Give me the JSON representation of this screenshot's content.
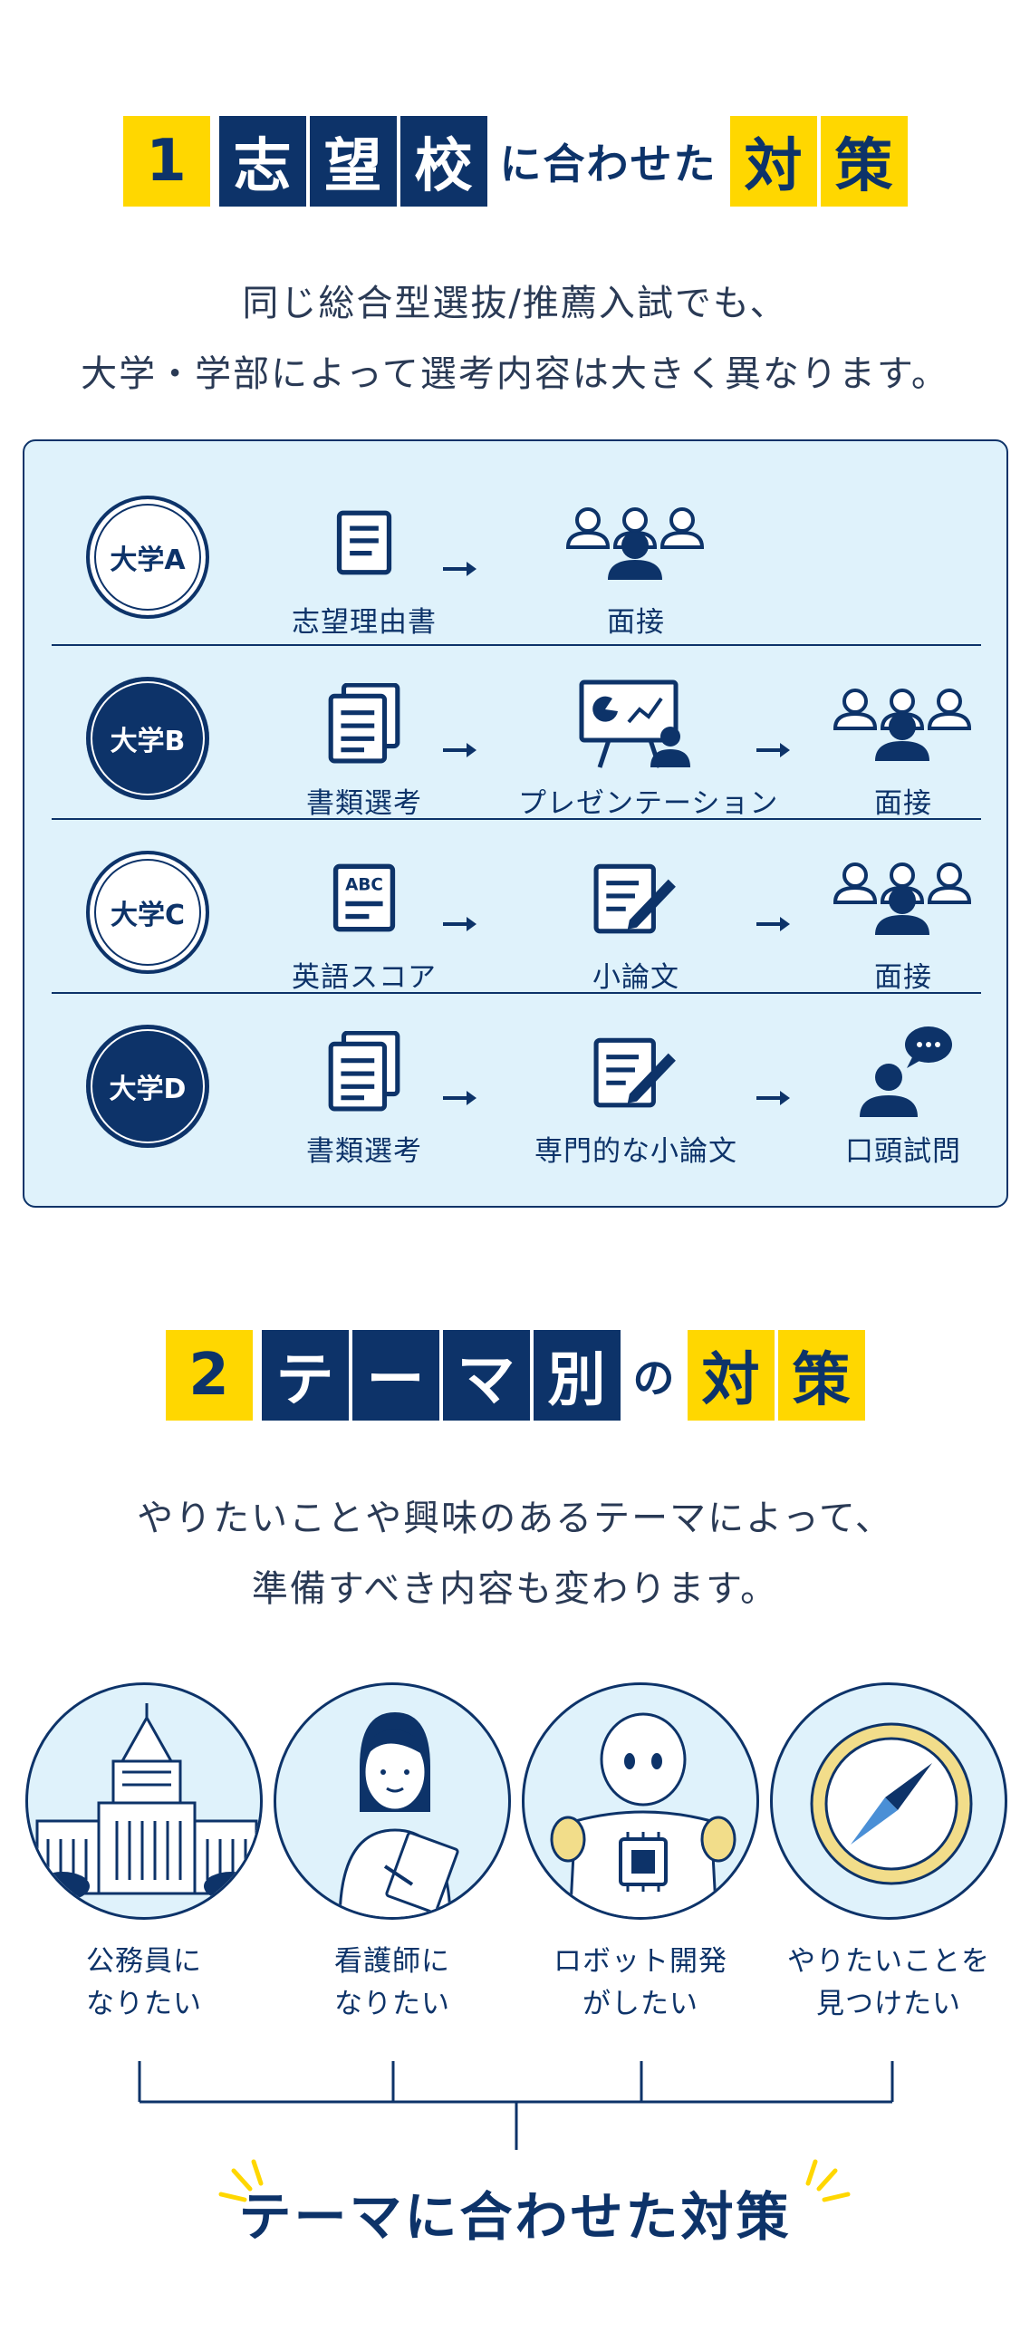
{
  "section1": {
    "heading": {
      "number": "1",
      "kanji": [
        "志",
        "望",
        "校"
      ],
      "middle": "に合わせた",
      "tail": [
        "対",
        "策"
      ]
    },
    "lead": [
      "同じ総合型選抜/推薦入試でも、",
      "大学・学部によって選考内容は大きく異なります。"
    ],
    "rows": [
      {
        "badge": "大学A",
        "steps": [
          "志望理由書",
          "面接"
        ]
      },
      {
        "badge": "大学B",
        "steps": [
          "書類選考",
          "プレゼンテーション",
          "面接"
        ]
      },
      {
        "badge": "大学C",
        "steps": [
          "英語スコア",
          "小論文",
          "面接"
        ]
      },
      {
        "badge": "大学D",
        "steps": [
          "書類選考",
          "専門的な小論文",
          "口頭試問"
        ]
      }
    ],
    "icon_names": {
      "document": "document-icon",
      "documents": "documents-stack-icon",
      "abc": "english-score-icon",
      "essay": "essay-writing-icon",
      "group": "interview-group-icon",
      "presentation": "presentation-icon",
      "oral": "oral-exam-icon"
    },
    "colors": {
      "navy": "#0d3369",
      "yellow": "#ffd700",
      "panel": "#dff2fb"
    },
    "abc_text": "ABC"
  },
  "section2": {
    "heading": {
      "number": "2",
      "kana": [
        "テ",
        "ー",
        "マ",
        "別"
      ],
      "middle": "の",
      "tail": [
        "対",
        "策"
      ]
    },
    "lead": [
      "やりたいことや興味のあるテーマによって、",
      "準備すべき内容も変わります。"
    ],
    "themes": [
      {
        "icon": "parliament-icon",
        "label": [
          "公務員に",
          "なりたい"
        ]
      },
      {
        "icon": "nurse-icon",
        "label": [
          "看護師に",
          "なりたい"
        ]
      },
      {
        "icon": "robot-icon",
        "label": [
          "ロボット開発",
          "がしたい"
        ]
      },
      {
        "icon": "compass-icon",
        "label": [
          "やりたいことを",
          "見つけたい"
        ]
      }
    ],
    "conclusion": "テーマに合わせた対策"
  }
}
